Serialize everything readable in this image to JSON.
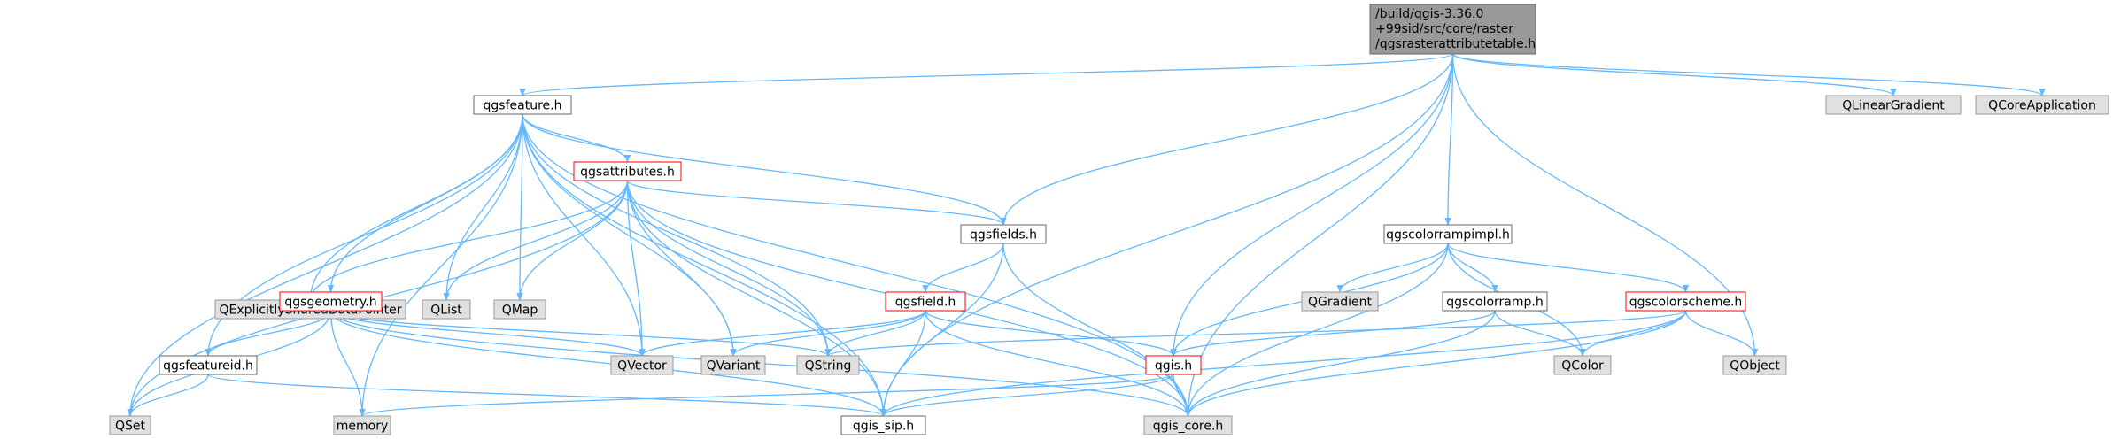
{
  "colors": {
    "root_fill": "#999999",
    "root_stroke": "#666666",
    "doc_fill": "#ffffff",
    "doc_stroke": "#666666",
    "red_stroke": "#ff0000",
    "system_fill": "#e0e0e0",
    "system_stroke": "#999999",
    "edge": "#63b8ff"
  },
  "nodes": [
    {
      "id": "root",
      "lines": [
        "/build/qgis-3.36.0",
        "+99sid/src/core/raster",
        "/qgsrasterattributetable.h"
      ],
      "kind": "root"
    },
    {
      "id": "qgsfeature",
      "lines": [
        "qgsfeature.h"
      ],
      "kind": "doc"
    },
    {
      "id": "qgsattributes",
      "lines": [
        "qgsattributes.h"
      ],
      "kind": "red"
    },
    {
      "id": "qexplicitly",
      "lines": [
        "QExplicitlySharedDataPointer"
      ],
      "kind": "system"
    },
    {
      "id": "qlist",
      "lines": [
        "QList"
      ],
      "kind": "system"
    },
    {
      "id": "qmap",
      "lines": [
        "QMap"
      ],
      "kind": "system"
    },
    {
      "id": "qgsfields",
      "lines": [
        "qgsfields.h"
      ],
      "kind": "doc"
    },
    {
      "id": "qgsgeometry",
      "lines": [
        "qgsgeometry.h"
      ],
      "kind": "red"
    },
    {
      "id": "qgsfeatureid",
      "lines": [
        "qgsfeatureid.h"
      ],
      "kind": "doc"
    },
    {
      "id": "qgsfield",
      "lines": [
        "qgsfield.h"
      ],
      "kind": "red"
    },
    {
      "id": "qvector",
      "lines": [
        "QVector"
      ],
      "kind": "system"
    },
    {
      "id": "qvariant",
      "lines": [
        "QVariant"
      ],
      "kind": "system"
    },
    {
      "id": "qstring",
      "lines": [
        "QString"
      ],
      "kind": "system"
    },
    {
      "id": "qset",
      "lines": [
        "QSet"
      ],
      "kind": "system"
    },
    {
      "id": "memory",
      "lines": [
        "memory"
      ],
      "kind": "system"
    },
    {
      "id": "qgis_sip",
      "lines": [
        "qgis_sip.h"
      ],
      "kind": "doc"
    },
    {
      "id": "qgis_core",
      "lines": [
        "qgis_core.h"
      ],
      "kind": "system"
    },
    {
      "id": "qgis",
      "lines": [
        "qgis.h"
      ],
      "kind": "red"
    },
    {
      "id": "qgscolorrampimpl",
      "lines": [
        "qgscolorrampimpl.h"
      ],
      "kind": "doc"
    },
    {
      "id": "qgradient",
      "lines": [
        "QGradient"
      ],
      "kind": "system"
    },
    {
      "id": "qgscolorramp",
      "lines": [
        "qgscolorramp.h"
      ],
      "kind": "doc"
    },
    {
      "id": "qgscolorscheme",
      "lines": [
        "qgscolorscheme.h"
      ],
      "kind": "red"
    },
    {
      "id": "qcolor",
      "lines": [
        "QColor"
      ],
      "kind": "system"
    },
    {
      "id": "qobject",
      "lines": [
        "QObject"
      ],
      "kind": "system"
    },
    {
      "id": "qlineargradient",
      "lines": [
        "QLinearGradient"
      ],
      "kind": "system"
    },
    {
      "id": "qcoreapplication",
      "lines": [
        "QCoreApplication"
      ],
      "kind": "system"
    }
  ],
  "edges": [
    [
      "root",
      "qgsfeature"
    ],
    [
      "root",
      "qgsfields"
    ],
    [
      "root",
      "qgis_sip"
    ],
    [
      "root",
      "qgis"
    ],
    [
      "root",
      "qgscolorrampimpl"
    ],
    [
      "root",
      "qobject"
    ],
    [
      "root",
      "qgis_core"
    ],
    [
      "root",
      "qlineargradient"
    ],
    [
      "root",
      "qcoreapplication"
    ],
    [
      "qgsfeature",
      "qgsattributes"
    ],
    [
      "qgsfeature",
      "qexplicitly"
    ],
    [
      "qgsfeature",
      "qlist"
    ],
    [
      "qgsfeature",
      "qmap"
    ],
    [
      "qgsfeature",
      "qgsfields"
    ],
    [
      "qgsfeature",
      "qgsgeometry"
    ],
    [
      "qgsfeature",
      "qgsfeatureid"
    ],
    [
      "qgsfeature",
      "qvector"
    ],
    [
      "qgsfeature",
      "qvariant"
    ],
    [
      "qgsfeature",
      "qstring"
    ],
    [
      "qgsfeature",
      "qset"
    ],
    [
      "qgsfeature",
      "memory"
    ],
    [
      "qgsfeature",
      "qgis_sip"
    ],
    [
      "qgsfeature",
      "qgis_core"
    ],
    [
      "qgsattributes",
      "qexplicitly"
    ],
    [
      "qgsattributes",
      "qlist"
    ],
    [
      "qgsattributes",
      "qmap"
    ],
    [
      "qgsattributes",
      "qgsfields"
    ],
    [
      "qgsattributes",
      "qvector"
    ],
    [
      "qgsattributes",
      "qvariant"
    ],
    [
      "qgsattributes",
      "qstring"
    ],
    [
      "qgsattributes",
      "qset"
    ],
    [
      "qgsattributes",
      "qgis_sip"
    ],
    [
      "qgsattributes",
      "qgis_core"
    ],
    [
      "qgsfields",
      "qgsfield"
    ],
    [
      "qgsfields",
      "qgis_sip"
    ],
    [
      "qgsfields",
      "qgis_core"
    ],
    [
      "qgsfield",
      "qvector"
    ],
    [
      "qgsfield",
      "qvariant"
    ],
    [
      "qgsfield",
      "qstring"
    ],
    [
      "qgsfield",
      "qgis"
    ],
    [
      "qgsfield",
      "qgis_sip"
    ],
    [
      "qgsfield",
      "qgis_core"
    ],
    [
      "qgsgeometry",
      "qgsfeatureid"
    ],
    [
      "qgsgeometry",
      "qvector"
    ],
    [
      "qgsgeometry",
      "qstring"
    ],
    [
      "qgsgeometry",
      "qset"
    ],
    [
      "qgsgeometry",
      "memory"
    ],
    [
      "qgsgeometry",
      "qgis_sip"
    ],
    [
      "qgsgeometry",
      "qgis_core"
    ],
    [
      "qgsfeatureid",
      "qset"
    ],
    [
      "qgsfeatureid",
      "qgis_sip"
    ],
    [
      "qgis",
      "memory"
    ],
    [
      "qgis",
      "qgis_sip"
    ],
    [
      "qgis",
      "qgis_core"
    ],
    [
      "qgscolorrampimpl",
      "qgis"
    ],
    [
      "qgscolorrampimpl",
      "qgradient"
    ],
    [
      "qgscolorrampimpl",
      "qgscolorramp"
    ],
    [
      "qgscolorrampimpl",
      "qgscolorscheme"
    ],
    [
      "qgscolorrampimpl",
      "qcolor"
    ],
    [
      "qgscolorrampimpl",
      "qgis_core"
    ],
    [
      "qgscolorramp",
      "qgis"
    ],
    [
      "qgscolorramp",
      "qcolor"
    ],
    [
      "qgscolorramp",
      "qgis_core"
    ],
    [
      "qgscolorscheme",
      "qstring"
    ],
    [
      "qgscolorscheme",
      "qcolor"
    ],
    [
      "qgscolorscheme",
      "qobject"
    ],
    [
      "qgscolorscheme",
      "qgis_sip"
    ],
    [
      "qgscolorscheme",
      "qgis_core"
    ]
  ]
}
